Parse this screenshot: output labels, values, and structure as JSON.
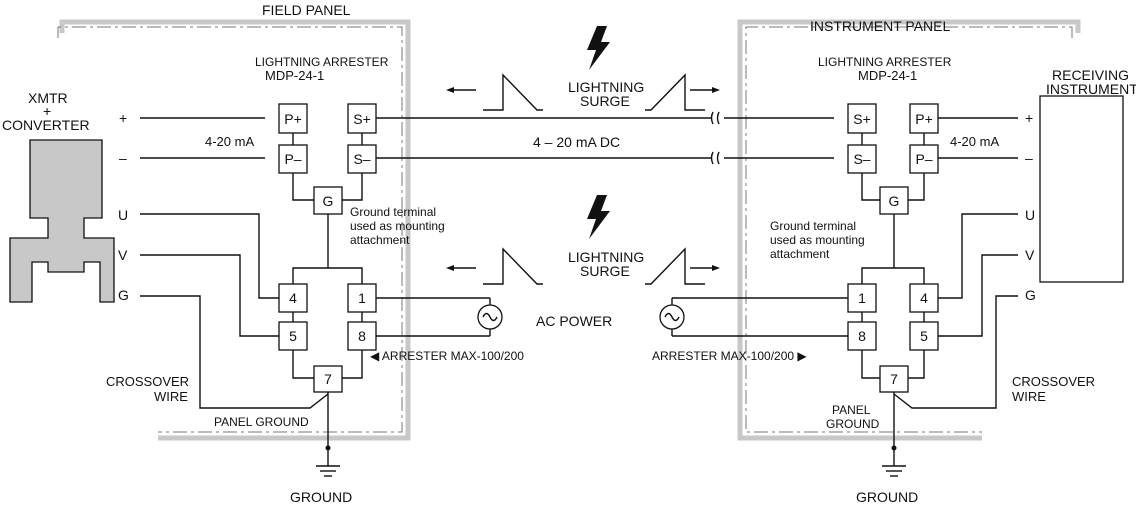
{
  "panels": {
    "field": "FIELD PANEL",
    "instrument": "INSTRUMENT PANEL"
  },
  "left": {
    "device_line1": "XMTR",
    "device_line2": "+",
    "device_line3": "CONVERTER",
    "arrester_line1": "LIGHTNING ARRESTER",
    "arrester_line2": "MDP-24-1",
    "current": "4-20 mA",
    "plus": "+",
    "minus": "–",
    "wire_u": "U",
    "wire_v": "V",
    "wire_g": "G",
    "ground_note_1": "Ground terminal",
    "ground_note_2": "used as mounting",
    "ground_note_3": "attachment",
    "crossover_1": "CROSSOVER",
    "crossover_2": "WIRE",
    "panel_ground": "PANEL GROUND",
    "ground": "GROUND",
    "arrester_max": "◀ ARRESTER  MAX-100/200"
  },
  "right": {
    "device_line1": "RECEIVING",
    "device_line2": "INSTRUMENT",
    "arrester_line1": "LIGHTNING ARRESTER",
    "arrester_line2": "MDP-24-1",
    "current": "4-20 mA",
    "plus": "+",
    "minus": "–",
    "wire_u": "U",
    "wire_v": "V",
    "wire_g": "G",
    "ground_note_1": "Ground terminal",
    "ground_note_2": "used as mounting",
    "ground_note_3": "attachment",
    "crossover_1": "CROSSOVER",
    "crossover_2": "WIRE",
    "panel_ground_1": "PANEL",
    "panel_ground_2": "GROUND",
    "ground": "GROUND",
    "arrester_max": "ARRESTER  MAX-100/200 ▶"
  },
  "center": {
    "surge_top_1": "LIGHTNING",
    "surge_top_2": "SURGE",
    "signal": "4 – 20 mA DC",
    "surge_bottom_1": "LIGHTNING",
    "surge_bottom_2": "SURGE",
    "ac_power": "AC POWER"
  },
  "terminals": {
    "p_plus": "P+",
    "p_minus": "P–",
    "s_plus": "S+",
    "s_minus": "S–",
    "g": "G",
    "t4": "4",
    "t1": "1",
    "t5": "5",
    "t8": "8",
    "t7": "7"
  }
}
